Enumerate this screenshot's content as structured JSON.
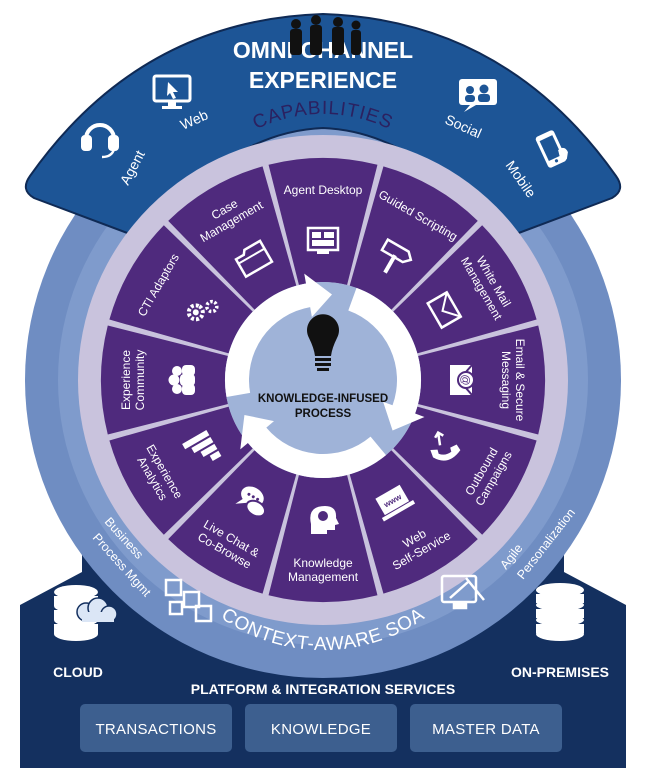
{
  "omni": {
    "title_line1": "OMNI-CHANNEL",
    "title_line2": "EXPERIENCE",
    "channels": [
      {
        "label": "Agent",
        "icon": "headset-icon"
      },
      {
        "label": "Web",
        "icon": "monitor-cursor-icon"
      },
      {
        "label": "Social",
        "icon": "people-chat-icon"
      },
      {
        "label": "Mobile",
        "icon": "mobile-phone-icon"
      }
    ]
  },
  "capabilities": {
    "title": "CAPABILITIES",
    "segments": [
      {
        "lines": [
          "Agent Desktop"
        ],
        "icon": "desktop-window-icon"
      },
      {
        "lines": [
          "Guided Scripting"
        ],
        "icon": "signpost-icon"
      },
      {
        "lines": [
          "White Mail",
          "Management"
        ],
        "icon": "envelope-icon"
      },
      {
        "lines": [
          "Email & Secure",
          "Messaging"
        ],
        "icon": "email-at-icon"
      },
      {
        "lines": [
          "Outbound",
          "Campaigns"
        ],
        "icon": "phone-outbound-icon"
      },
      {
        "lines": [
          "Web",
          "Self-Service"
        ],
        "icon": "www-laptop-icon"
      },
      {
        "lines": [
          "Knowledge",
          "Management"
        ],
        "icon": "head-bulb-icon"
      },
      {
        "lines": [
          "Live Chat &",
          "Co-Browse"
        ],
        "icon": "chat-bubbles-icon"
      },
      {
        "lines": [
          "Experience",
          "Analytics"
        ],
        "icon": "bar-chart-icon"
      },
      {
        "lines": [
          "Experience",
          "Community"
        ],
        "icon": "community-icon"
      },
      {
        "lines": [
          "CTI Adaptors"
        ],
        "icon": "gears-icon"
      },
      {
        "lines": [
          "Case",
          "Management"
        ],
        "icon": "folder-icon"
      }
    ]
  },
  "center": {
    "line1": "KNOWLEDGE-INFUSED",
    "line2": "PROCESS",
    "icon": "lightbulb-icon"
  },
  "soa": {
    "title": "CONTEXT-AWARE SOA",
    "left_lines": [
      "Business",
      "Process Mgmt"
    ],
    "right_lines": [
      "Agile",
      "Personalization"
    ]
  },
  "platform": {
    "title": "PLATFORM & INTEGRATION SERVICES",
    "cloud_label": "CLOUD",
    "onprem_label": "ON-PREMISES",
    "boxes": [
      "TRANSACTIONS",
      "KNOWLEDGE",
      "MASTER DATA"
    ]
  },
  "colors": {
    "navy": "#14305f",
    "blue": "#1d5596",
    "ring_blue": "#6f8dc2",
    "lavender": "#c9c3dd",
    "purple": "#4f2a7d",
    "center": "#9fb3d8",
    "box": "#3d5f8f"
  }
}
